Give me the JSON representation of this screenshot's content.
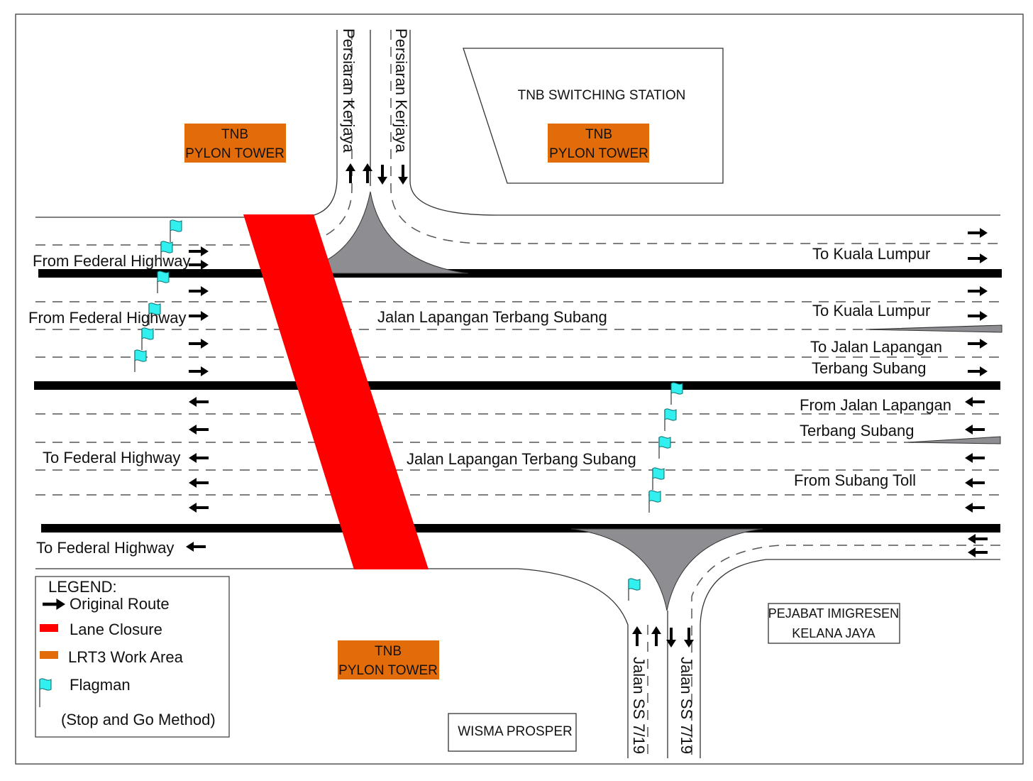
{
  "title": "Traffic Management Plan - Jalan Lapangan Terbang Subang / Persiaran Kerjaya / Jalan SS 7/19 Junction",
  "colors": {
    "lane_closure": "#ff0000",
    "work_area": "#e36c0a",
    "flagman": "#33f0f0",
    "island": "#8e8e92"
  },
  "roads": {
    "main_east": "Jalan Lapangan Terbang Subang",
    "main_west": "Jalan Lapangan Terbang Subang",
    "north_left": "Persiaran Kerjaya",
    "north_right": "Persiaran Kerjaya",
    "south_left": "Jalan SS 7/19",
    "south_right": "Jalan SS 7/19"
  },
  "directions": {
    "from_federal_1": "From Federal Highway",
    "from_federal_2": "From Federal Highway",
    "to_kl_1": "To Kuala Lumpur",
    "to_kl_2": "To Kuala Lumpur",
    "to_jalan_1": "To Jalan Lapangan",
    "to_jalan_2": "Terbang Subang",
    "from_jalan_1": "From Jalan Lapangan",
    "from_jalan_2": "Terbang Subang",
    "to_federal_1": "To Federal Highway",
    "from_subang_toll": "From Subang Toll",
    "to_federal_2": "To Federal Highway"
  },
  "buildings": {
    "switching_station": "TNB SWITCHING STATION",
    "wisma": "WISMA PROSPER",
    "imigresen_1": "PEJABAT IMIGRESEN",
    "imigresen_2": "KELANA JAYA"
  },
  "pylons": [
    {
      "line1": "TNB",
      "line2": "PYLON TOWER"
    },
    {
      "line1": "TNB",
      "line2": "PYLON TOWER"
    },
    {
      "line1": "TNB",
      "line2": "PYLON TOWER"
    }
  ],
  "legend": {
    "title": "LEGEND:",
    "items": [
      {
        "icon": "arrow-right-icon",
        "label": "Original Route"
      },
      {
        "icon": "red-swatch",
        "label": "Lane Closure"
      },
      {
        "icon": "orange-swatch",
        "label": "LRT3 Work Area"
      },
      {
        "icon": "flag-icon",
        "label": "Flagman"
      }
    ],
    "note": "(Stop and Go Method)"
  }
}
